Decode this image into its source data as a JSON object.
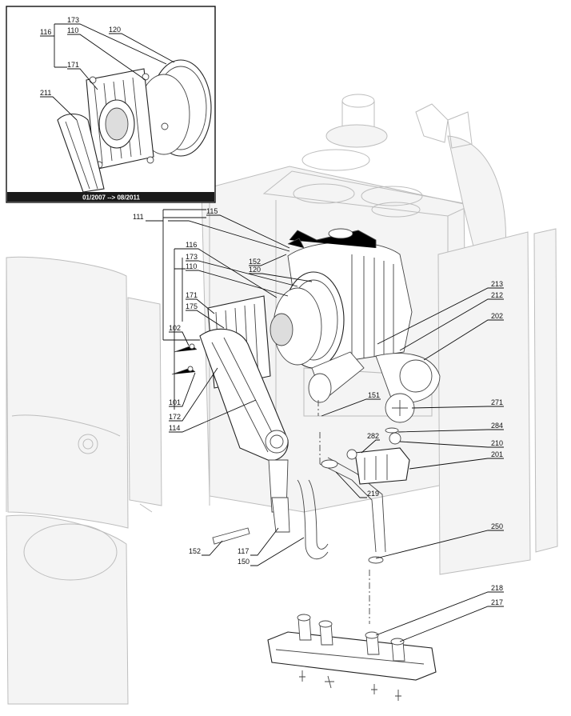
{
  "inset": {
    "caption": "01/2007 --> 08/2011",
    "labels": [
      "173",
      "116",
      "110",
      "120",
      "171",
      "211"
    ]
  },
  "callouts": {
    "c111": "111",
    "c115": "115",
    "c152a": "152",
    "c120": "120",
    "c116": "116",
    "c173": "173",
    "c110": "110",
    "c171": "171",
    "c175": "175",
    "c102": "102",
    "c101": "101",
    "c172": "172",
    "c114": "114",
    "c213": "213",
    "c212": "212",
    "c202": "202",
    "c151": "151",
    "c271": "271",
    "c284": "284",
    "c282": "282",
    "c210": "210",
    "c201": "201",
    "c219": "219",
    "c250": "250",
    "c152b": "152",
    "c117": "117",
    "c150": "150",
    "c218": "218",
    "c217": "217"
  },
  "colors": {
    "line": "#111111",
    "ghost": "#bdbdbd",
    "caption_bg": "#1a1a1a",
    "caption_text": "#ffffff"
  }
}
